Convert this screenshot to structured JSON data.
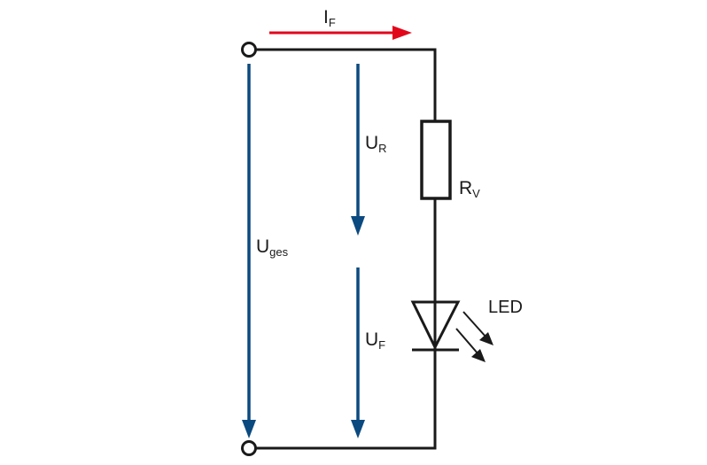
{
  "diagram": {
    "type": "circuit",
    "description": "LED series resistor circuit",
    "colors": {
      "wire": "#1a1a1a",
      "voltage_arrow": "#0b4a80",
      "current_arrow": "#e2061b",
      "background": "#ffffff"
    },
    "current": {
      "symbol": "I",
      "subscript": "F"
    },
    "voltages": {
      "total": {
        "symbol": "U",
        "subscript": "ges"
      },
      "resistor": {
        "symbol": "U",
        "subscript": "R"
      },
      "led": {
        "symbol": "U",
        "subscript": "F"
      }
    },
    "components": {
      "resistor": {
        "symbol": "R",
        "subscript": "V"
      },
      "led": {
        "label": "LED"
      }
    },
    "terminals": [
      "top-terminal",
      "bottom-terminal"
    ]
  }
}
